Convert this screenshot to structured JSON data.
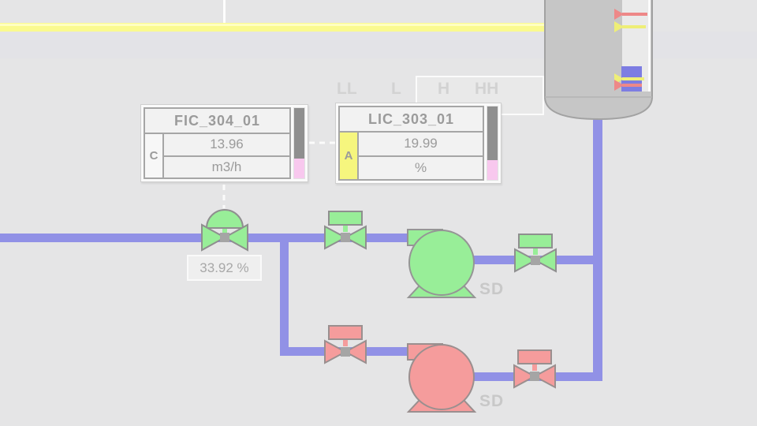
{
  "faceplates": {
    "fic": {
      "tag": "FIC_304_01",
      "mode": "C",
      "value": "13.96",
      "unit": "m3/h",
      "bar_fill_pct": "28"
    },
    "lic": {
      "tag": "LIC_303_01",
      "mode": "A",
      "value": "19.99",
      "unit": "%",
      "bar_fill_pct": "27"
    }
  },
  "level_alarm_labels": {
    "ll": "LL",
    "l": "L",
    "h": "H",
    "hh": "HH"
  },
  "control_valve": {
    "position": "33.92 %"
  },
  "pumps": {
    "pump_a_status": "SD",
    "pump_b_status": "SD"
  },
  "colors": {
    "pipe_blue": "#9191e6",
    "pipe_yellow": "#fafa8f",
    "running_green": "#98ee98",
    "stopped_red": "#f59c9c",
    "tank_gray": "#c6c6c6",
    "level_fill_blue": "#7d7de2",
    "alarm_marker_red": "#ee8888",
    "alarm_marker_yellow": "#eeee77",
    "bar_gray": "#8f8f8f",
    "bar_pink": "#f8c8ee",
    "mode_auto_yellow": "#f6f67e"
  }
}
